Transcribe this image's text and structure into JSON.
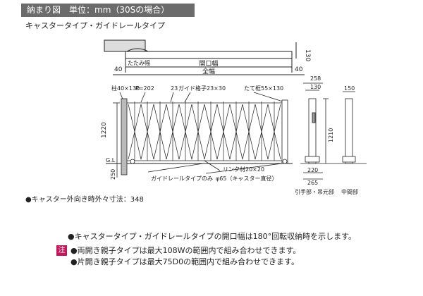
{
  "header": {
    "title": "納まり図　単位：mm（30Sの場合）"
  },
  "subtitle": "キャスタータイプ・ガイドレールタイプ",
  "diagram": {
    "top_view": {
      "folded_label": "たたみ幅",
      "opening_label": "開口幅",
      "total_label": "全幅",
      "left_offset": "40",
      "right_offset": "40",
      "height_dim": "130"
    },
    "front_view": {
      "post": "柱40×130",
      "pitch": "P=202",
      "pitch_value": "23",
      "guide_bar": "ガイド格子23×30",
      "vertical_frame": "たて框55×130",
      "height": "1220",
      "gl": "G.L",
      "depth": "250",
      "link": "リンク材20×20",
      "guide_rail_only": "ガイドレールタイプのみ",
      "caster": "φ65（キャスター直径）"
    },
    "side_view": {
      "width_top": "258",
      "width_mid": "130",
      "height": "1210",
      "bottom_a": "220",
      "bottom_b": "265",
      "label_handle": "引手部・吊元部",
      "mid_width": "150",
      "label_mid": "中間部"
    }
  },
  "outer_size": "●キャスター外向き時外々寸法：348",
  "notes": {
    "main": "●キャスタータイプ・ガイドレールタイプの開口幅は180°回転収納時を示します。",
    "badge": "注",
    "line1": "●両開き親子タイプは最大108Wの範囲内で組み合わせできます。",
    "line2": "●片開き親子タイプは最大75D0の範囲内で組み合わせできます。"
  }
}
